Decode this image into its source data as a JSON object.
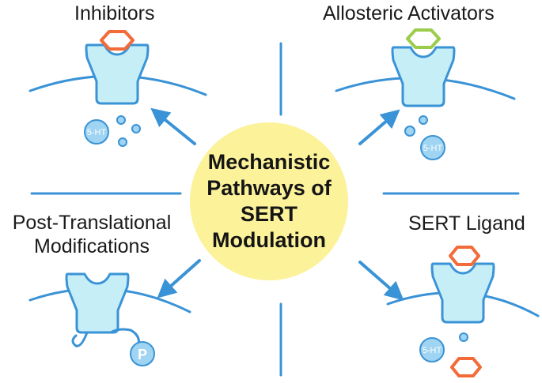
{
  "center": {
    "lines": [
      "Mechanistic",
      "Pathways of",
      "SERT",
      "Modulation"
    ]
  },
  "quadrants": {
    "inhibitors": {
      "title": "Inhibitors",
      "molecule_label": "5-HT"
    },
    "allosteric": {
      "title": "Allosteric Activators",
      "molecule_label": "5-HT"
    },
    "ptm": {
      "title_lines": [
        "Post-Translational",
        "Modifications"
      ],
      "phospho_label": "P"
    },
    "ligand": {
      "title": "SERT Ligand",
      "molecule_label": "5-HT"
    }
  },
  "colors": {
    "line": "#3a93d6",
    "transporter_fill": "#c6eef7",
    "transporter_stroke": "#3a93d6",
    "molecule_fill": "#9fd4f2",
    "inhibitor_hexagon": "#f26b38",
    "activator_hexagon": "#9ccc4b",
    "center_fill": "#fbf29a"
  }
}
